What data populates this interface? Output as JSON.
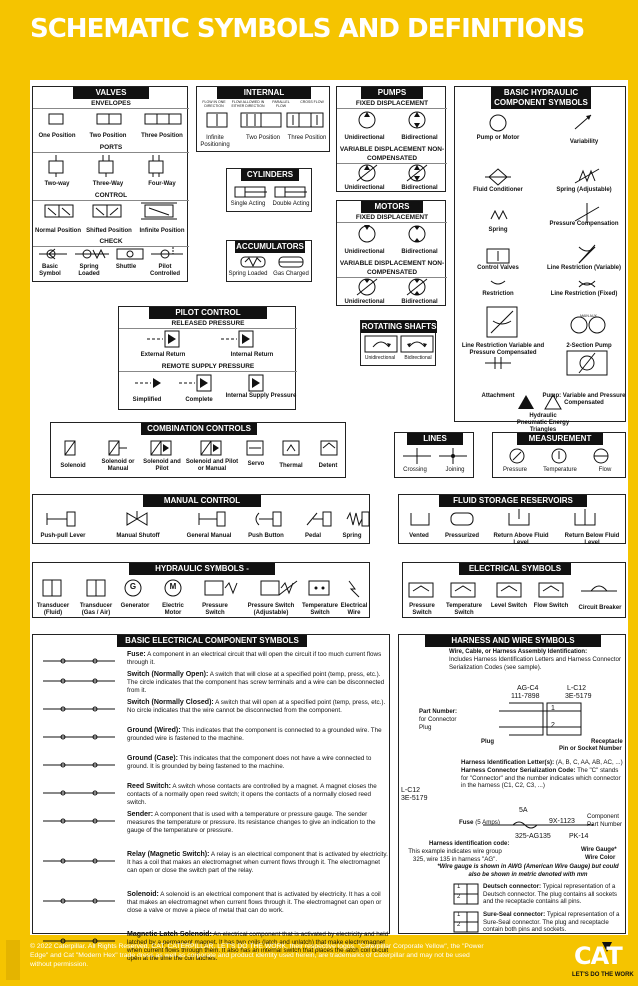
{
  "page": {
    "title": "SCHEMATIC SYMBOLS AND DEFINITIONS"
  },
  "valves": {
    "title": "VALVES",
    "envelopes": "ENVELOPES",
    "env_items": [
      "One Position",
      "Two Position",
      "Three Position"
    ],
    "ports": "PORTS",
    "port_items": [
      "Two-way",
      "Three-Way",
      "Four-Way"
    ],
    "control": "CONTROL",
    "control_items": [
      "Normal Position",
      "Shifted Position",
      "Infinite Position"
    ],
    "check": "CHECK",
    "check_items": [
      "Basic Symbol",
      "Spring Loaded",
      "Shuttle",
      "Pilot Controlled"
    ]
  },
  "passageways": {
    "title": "INTERNAL PASSAGEWAYS",
    "top_items": [
      "FLOW IN ONE DIRECTION",
      "FLOW ALLOWED IN EITHER DIRECTION",
      "PARALLEL FLOW",
      "CROSS FLOW"
    ],
    "items": [
      "Infinite Positioning",
      "Two Position",
      "Three Position"
    ]
  },
  "cylinders": {
    "title": "CYLINDERS",
    "items": [
      "Single Acting",
      "Double Acting"
    ]
  },
  "accumulators": {
    "title": "ACCUMULATORS",
    "items": [
      "Spring Loaded",
      "Gas Charged"
    ]
  },
  "pumps": {
    "title": "PUMPS",
    "fixed": "FIXED DISPLACEMENT",
    "items": [
      "Unidirectional",
      "Bidirectional"
    ],
    "variable": "VARIABLE DISPLACEMENT NON- COMPENSATED",
    "var_items": [
      "Unidirectional",
      "Bidirectional"
    ]
  },
  "motors": {
    "title": "MOTORS",
    "fixed": "FIXED DISPLACEMENT",
    "items": [
      "Unidirectional",
      "Bidirectional"
    ],
    "variable": "VARIABLE DISPLACEMENT NON- COMPENSATED",
    "var_items": [
      "Unidirectional",
      "Bidirectional"
    ]
  },
  "rotating": {
    "title": "ROTATING SHAFTS",
    "items": [
      "Unidirectional",
      "Bidirectional"
    ]
  },
  "basic_hydraulic": {
    "title": "BASIC HYDRAULIC COMPONENT SYMBOLS",
    "items": [
      "Pump or Motor",
      "Variability",
      "Fluid Conditioner",
      "Spring (Adjustable)",
      "Spring",
      "Pressure Compensation",
      "Control Valves",
      "Line Restriction (Variable)",
      "Restriction",
      "Line Restriction (Fixed)",
      "Line Restriction Variable and Pressure Compensated",
      "2-Section Pump",
      "Attachment",
      "Pump: Variable and Pressure Compensated",
      "Hydraulic Pneumatic Energy Triangles"
    ],
    "tag": "MAIN AUX."
  },
  "pilot": {
    "title": "PILOT CONTROL",
    "released": "RELEASED PRESSURE",
    "rel_items": [
      "External Return",
      "Internal Return"
    ],
    "remote": "REMOTE SUPPLY PRESSURE",
    "rem_items": [
      "Simplified",
      "Complete",
      "Internal Supply Pressure"
    ]
  },
  "combination": {
    "title": "COMBINATION CONTROLS",
    "items": [
      "Solenoid",
      "Solenoid or Manual",
      "Solenoid and Pilot",
      "Solenoid and Pilot or Manual",
      "Servo",
      "Thermal",
      "Detent"
    ]
  },
  "lines": {
    "title": "LINES",
    "items": [
      "Crossing",
      "Joining"
    ]
  },
  "measurement": {
    "title": "MEASUREMENT",
    "items": [
      "Pressure",
      "Temperature",
      "Flow"
    ]
  },
  "manual": {
    "title": "MANUAL CONTROL",
    "items": [
      "Push-pull Lever",
      "Manual Shutoff",
      "General Manual",
      "Push Button",
      "Pedal",
      "Spring"
    ]
  },
  "reservoirs": {
    "title": "FLUID STORAGE RESERVOIRS",
    "items": [
      "Vented",
      "Pressurized",
      "Return Above Fluid Level",
      "Return Below Fluid Level"
    ]
  },
  "hydraulic_elec": {
    "title": "HYDRAULIC SYMBOLS - ELECTRICAL",
    "items": [
      "Transducer (Fluid)",
      "Transducer (Gas / Air)",
      "Generator",
      "Electric Motor",
      "Pressure Switch",
      "Pressure Switch (Adjustable)",
      "Temperature Switch",
      "Electrical Wire"
    ],
    "gen_letter": "G",
    "motor_letter": "M"
  },
  "elec_symbols": {
    "title": "ELECTRICAL SYMBOLS",
    "items": [
      "Pressure Switch",
      "Temperature Switch",
      "Level Switch",
      "Flow Switch",
      "Circuit Breaker"
    ]
  },
  "basic_elec": {
    "title": "BASIC ELECTRICAL COMPONENT SYMBOLS",
    "rows": [
      {
        "term": "Fuse:",
        "desc": "A component in an electrical circuit that will open the circuit if too much current flows through it."
      },
      {
        "term": "Switch (Normally Open):",
        "desc": "A switch that will close at a specified point (temp, press, etc.). The circle indicates that the component has screw terminals and a wire can be disconnected from it."
      },
      {
        "term": "Switch (Normally Closed):",
        "desc": "A switch that will open at a specified point (temp, press, etc.). No circle indicates that the wire cannot be disconnected from the component."
      },
      {
        "term": "Ground (Wired):",
        "desc": "This indicates that the component is connected to a grounded wire. The grounded wire is fastened to the machine."
      },
      {
        "term": "Ground (Case):",
        "desc": "This indicates that the component does not have a wire connected to ground. It is grounded by being fastened to the machine."
      },
      {
        "term": "Reed Switch:",
        "desc": "A switch whose contacts are controlled by a magnet. A magnet closes the contacts of a normally open reed switch; it opens the contacts of a normally closed reed switch."
      },
      {
        "term": "Sender:",
        "desc": "A component that is used with a temperature or pressure gauge. The sender measures the temperature or pressure. Its resistance changes to give an indication to the gauge of the temperature or pressure."
      },
      {
        "term": "Relay (Magnetic Switch):",
        "desc": "A relay is an electrical component that is activated by electricity. It has a coil that makes an electromagnet when current flows through it. The electromagnet can open or close the switch part of the relay."
      },
      {
        "term": "Solenoid:",
        "desc": "A solenoid is an electrical component that is activated by electricity. It has a coil that makes an electromagnet when current flows through it. The electromagnet can open or close a valve or move a piece of metal that can do work."
      },
      {
        "term": "Magnetic Latch Solenoid:",
        "desc": "An electrical component that is activated by electricity and held latched by a permanent magnet. It has two coils (latch and unlatch) that make electromagnet when current flows through them. It also has an internal switch that places the latch coil circuit open at the time the coil latches."
      }
    ]
  },
  "harness": {
    "title": "HARNESS AND WIRE SYMBOLS",
    "wire_id_title": "Wire, Cable, or Harness Assembly Identification:",
    "wire_id_desc": "Includes Harness Identification Letters and Harness Connector Serialization Codes (see sample).",
    "ag": "AG-C4",
    "ag_num": "111-7898",
    "lc1": "L-C12",
    "lc1_num": "3E-5179",
    "part_number": "Part Number:",
    "part_number_desc": "for Connector Plug",
    "plug": "Plug",
    "receptacle": "Receptacle",
    "pin": "Pin or Socket Number",
    "pin1": "1",
    "pin2": "2",
    "hil_title": "Harness Identification Letter(s):",
    "hil_desc": "(A, B, C, AA, AB, AC, ...)",
    "hcsc_title": "Harness Connector Serialization Code:",
    "hcsc_desc": "The \"C\" stands for \"Connector\" and the number indicates which connector in the harness (C1, C2, C3, ...)",
    "lc2": "L-C12",
    "lc2_num": "3E-5179",
    "fuse": "Fuse",
    "fuse_amps": "(5 Amps)",
    "amp": "5A",
    "part_9x": "9X-1123",
    "component": "Component Part Number",
    "wire_325": "325-AG135",
    "pk": "PK-14",
    "hic_title": "Harness identification code:",
    "hic_desc": "This example indicates wire group 325, wire 135 in harness \"AG\".",
    "wire_gauge": "Wire Gauge*",
    "wire_color": "Wire Color",
    "note": "*Wire gauge is shown in AWG (American Wire Gauge) but could also be shown in metric denoted with mm",
    "deutsch_title": "Deutsch connector:",
    "deutsch_desc": "Typical representation of a Deutsch connector. The plug contains all sockets and the receptacle contains all pins.",
    "sure_title": "Sure-Seal connector:",
    "sure_desc": "Typical representation of a Sure-Seal connector. The plug and receptacle contain both pins and sockets."
  },
  "footer": {
    "text": "© 2022 Caterpillar. All Rights Reserved. CAT, CATERPILLAR, LET'S DO THE WORK, their respective logos, \"Caterpillar Corporate Yellow\", the \"Power Edge\" and Cat \"Modern Hex\" trade dress as well as corporate and product identity used herein, are trademarks of Caterpillar and may not be used without permission."
  },
  "brand": {
    "logo": "CAT",
    "tagline": "LET'S DO THE WORK"
  }
}
